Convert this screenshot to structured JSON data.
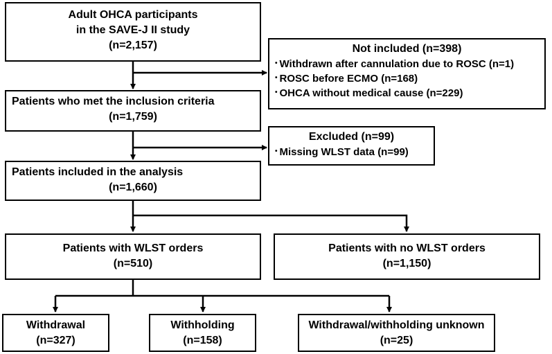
{
  "boxes": {
    "participants": {
      "lines": [
        "Adult OHCA participants",
        "in the SAVE-J II study",
        "(n=2,157)"
      ]
    },
    "not_included": {
      "title": "Not included (n=398)",
      "bullet": "•",
      "items": [
        "Withdrawn after cannulation due to ROSC (n=1)",
        "ROSC before ECMO (n=168)",
        "OHCA without medical cause (n=229)"
      ]
    },
    "inclusion": {
      "lines": [
        "Patients who met the inclusion criteria",
        "(n=1,759)"
      ]
    },
    "excluded": {
      "title": "Excluded (n=99)",
      "bullet": "•",
      "items": [
        "Missing WLST data (n=99)"
      ]
    },
    "analysis": {
      "lines": [
        "Patients included in the analysis",
        "(n=1,660)"
      ]
    },
    "wlst": {
      "lines": [
        "Patients with WLST orders",
        "(n=510)"
      ]
    },
    "no_wlst": {
      "lines": [
        "Patients with no WLST orders",
        "(n=1,150)"
      ]
    },
    "withdrawal": {
      "lines": [
        "Withdrawal",
        "(n=327)"
      ]
    },
    "withholding": {
      "lines": [
        "Withholding",
        "(n=158)"
      ]
    },
    "unknown": {
      "lines": [
        "Withdrawal/withholding unknown",
        "(n=25)"
      ]
    }
  },
  "colors": {
    "stroke": "#000000",
    "background": "#ffffff"
  }
}
